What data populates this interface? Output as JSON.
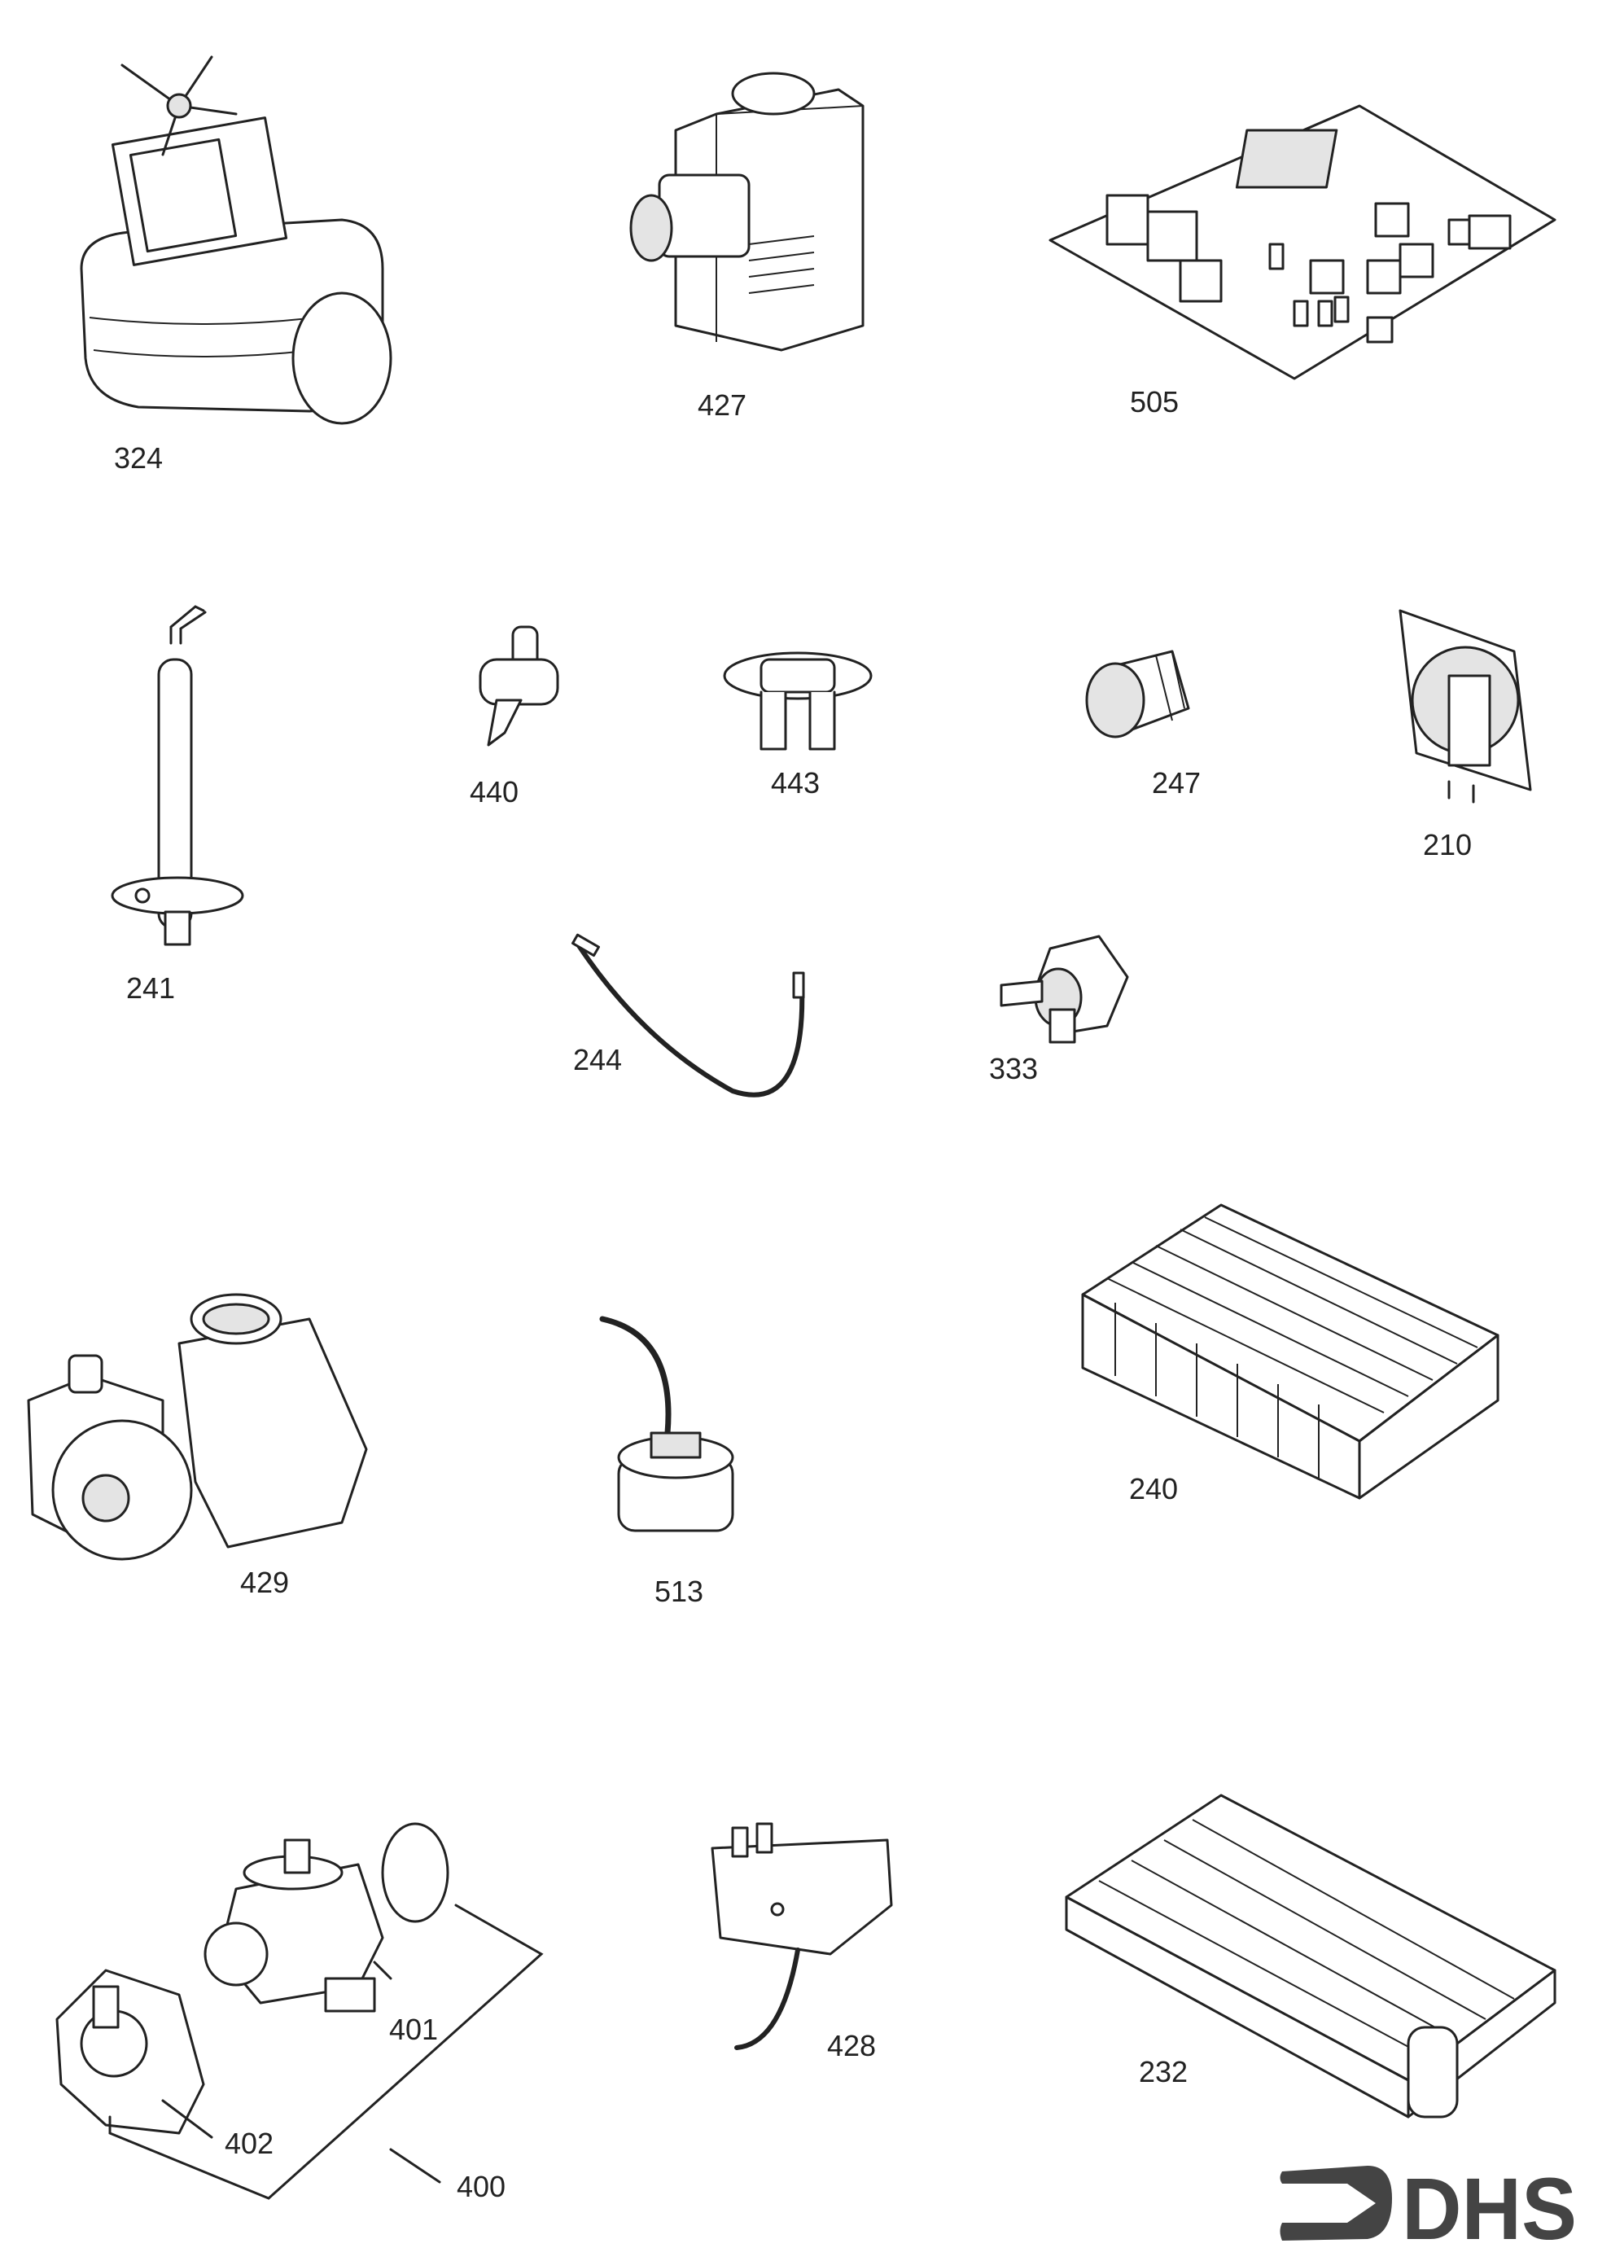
{
  "diagram": {
    "parts": [
      {
        "id": "324"
      },
      {
        "id": "427"
      },
      {
        "id": "505"
      },
      {
        "id": "241"
      },
      {
        "id": "440"
      },
      {
        "id": "443"
      },
      {
        "id": "247"
      },
      {
        "id": "210"
      },
      {
        "id": "244"
      },
      {
        "id": "333"
      },
      {
        "id": "429"
      },
      {
        "id": "513"
      },
      {
        "id": "240"
      },
      {
        "id": "401"
      },
      {
        "id": "402"
      },
      {
        "id": "400"
      },
      {
        "id": "428"
      },
      {
        "id": "232"
      }
    ],
    "logo": {
      "text": "DHS",
      "color": "#444444"
    }
  }
}
